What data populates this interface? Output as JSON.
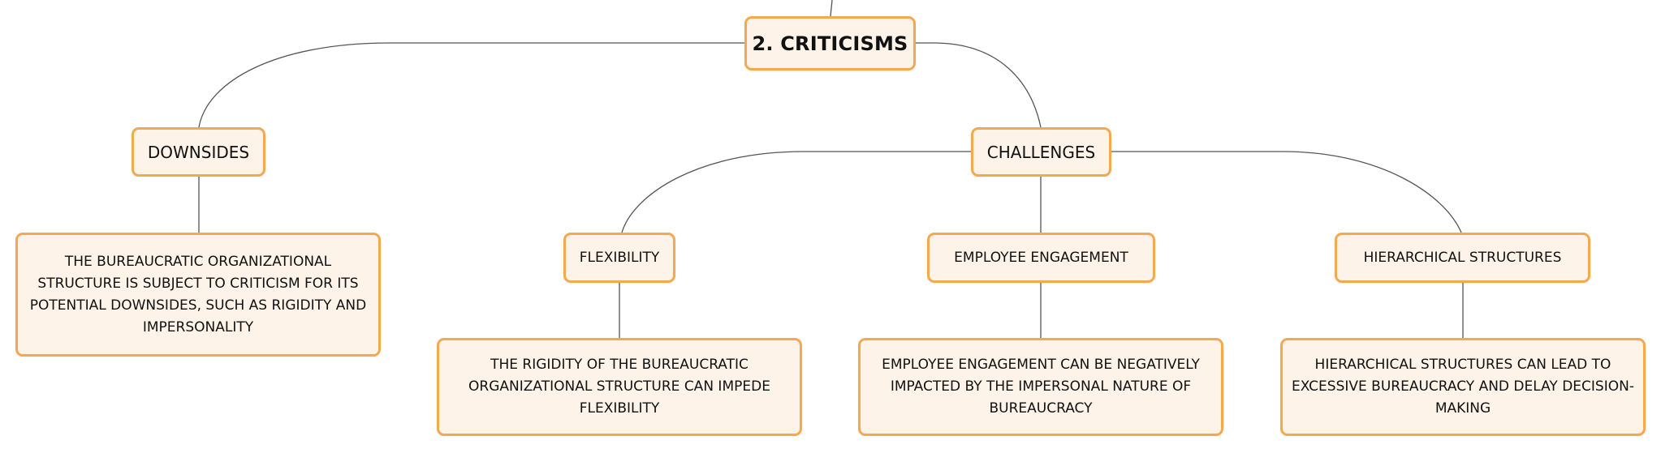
{
  "root": {
    "label": "2. CRITICISMS"
  },
  "branches": [
    {
      "label": "DOWNSIDES",
      "detail": "THE BUREAUCRATIC ORGANIZATIONAL STRUCTURE IS SUBJECT TO CRITICISM FOR ITS POTENTIAL DOWNSIDES, SUCH AS RIGIDITY AND IMPERSONALITY"
    },
    {
      "label": "CHALLENGES",
      "children": [
        {
          "label": "FLEXIBILITY",
          "detail": "THE RIGIDITY OF THE BUREAUCRATIC ORGANIZATIONAL STRUCTURE CAN IMPEDE FLEXIBILITY"
        },
        {
          "label": "EMPLOYEE ENGAGEMENT",
          "detail": "EMPLOYEE ENGAGEMENT CAN BE NEGATIVELY IMPACTED BY THE IMPERSONAL NATURE OF BUREAUCRACY"
        },
        {
          "label": "HIERARCHICAL STRUCTURES",
          "detail": "HIERARCHICAL STRUCTURES CAN LEAD TO EXCESSIVE BUREAUCRACY AND DELAY DECISION-MAKING"
        }
      ]
    }
  ],
  "colors": {
    "node_fill": "#fdf3e8",
    "node_border": "#f4a94e",
    "connector": "#555555",
    "text": "#111111"
  }
}
